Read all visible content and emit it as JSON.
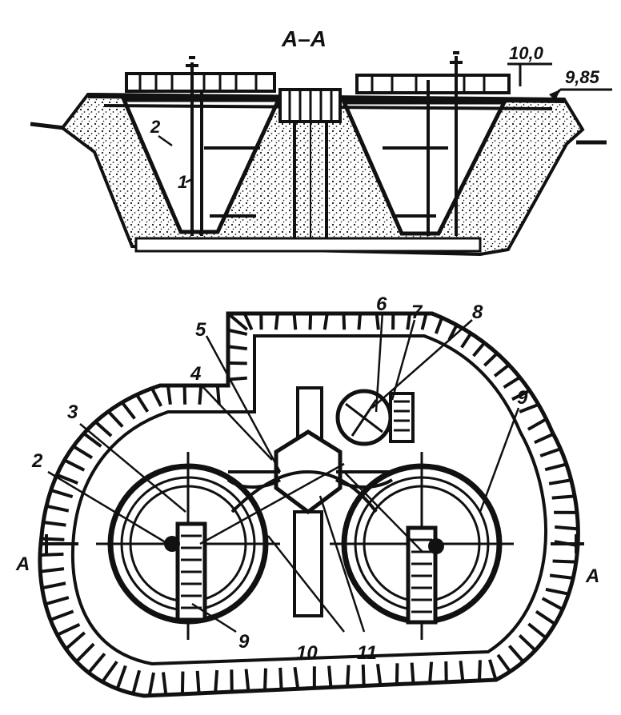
{
  "section": {
    "title": "A–A",
    "elev_top": "10,0",
    "elev_ground": "9,85",
    "labels": {
      "l1": "1",
      "l2": "2"
    }
  },
  "plan": {
    "labels": {
      "l2": "2",
      "l3": "3",
      "l4": "4",
      "l5": "5",
      "l6": "6",
      "l7": "7",
      "l8": "8",
      "l9a": "9",
      "l9b": "9",
      "l10": "10",
      "l11": "11"
    },
    "cut_left": "A",
    "cut_right": "A"
  },
  "colors": {
    "ink": "#111111",
    "paper": "#ffffff"
  }
}
